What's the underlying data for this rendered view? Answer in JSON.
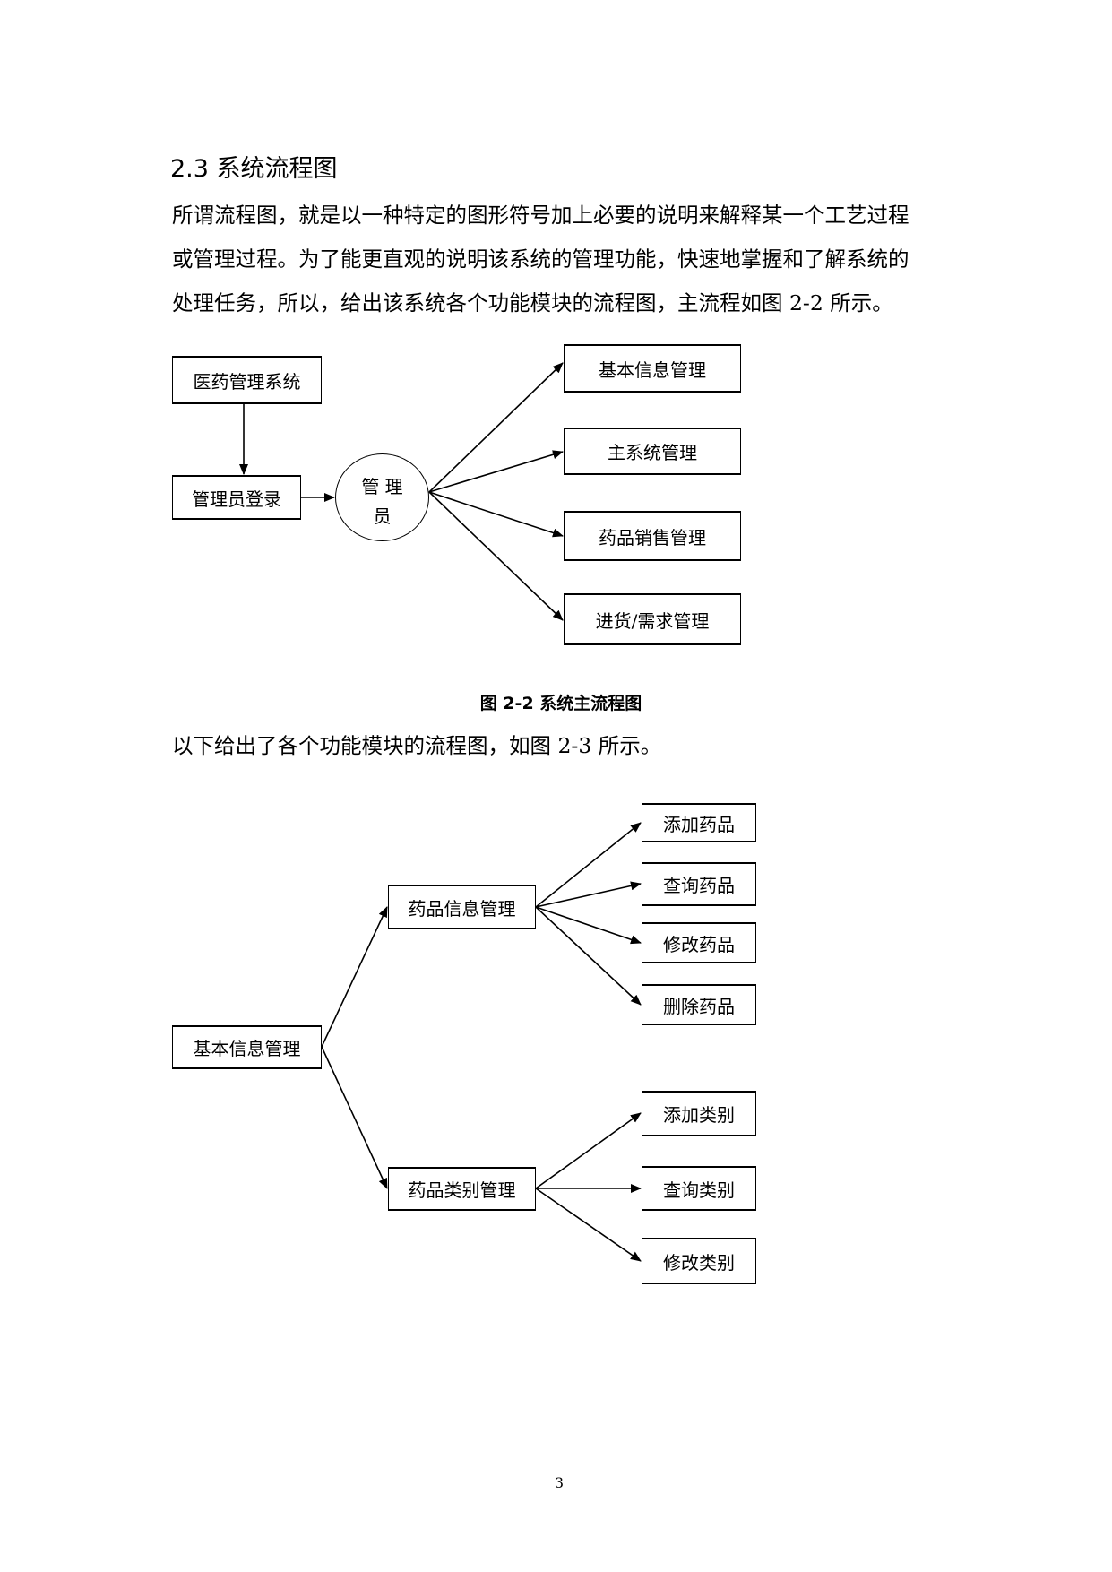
{
  "section_heading": "2.3 系统流程图",
  "paragraph1": [
    "所谓流程图，就是以一种特定的图形符号加上必要的说明来解释某一个工艺过程",
    "或管理过程。为了能更直观的说明该系统的管理功能，快速地掌握和了解系统的",
    "处理任务，所以，给出该系统各个功能模块的流程图，主流程如图 2-2 所示。"
  ],
  "figure1": {
    "system": "医药管理系统",
    "login": "管理员登录",
    "admin_line1": "管 理",
    "admin_line2": "员",
    "modules": [
      "基本信息管理",
      "主系统管理",
      "药品销售管理",
      "进货/需求管理"
    ],
    "caption": "图 2-2  系统主流程图"
  },
  "paragraph2": "以下给出了各个功能模块的流程图，如图 2-3 所示。",
  "figure2": {
    "root": "基本信息管理",
    "drug_info": "药品信息管理",
    "drug_info_children": [
      "添加药品",
      "查询药品",
      "修改药品",
      "删除药品"
    ],
    "drug_category": "药品类别管理",
    "drug_category_children": [
      "添加类别",
      "查询类别",
      "修改类别"
    ]
  },
  "page_number": "3"
}
